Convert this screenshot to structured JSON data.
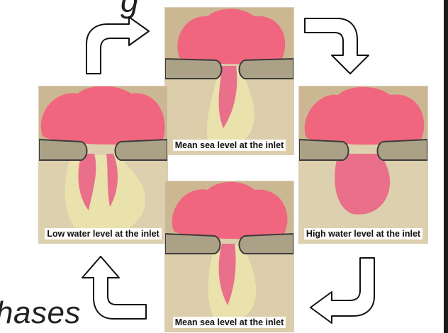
{
  "slide": {
    "heading_fragment": "g",
    "phases_label": "hases"
  },
  "photos": [
    {
      "id": "top",
      "caption": "Mean sea level at the inlet"
    },
    {
      "id": "left",
      "caption": "Low water level at the inlet"
    },
    {
      "id": "right",
      "caption": "High water level at the inlet"
    },
    {
      "id": "bottom",
      "caption": "Mean sea level at the inlet"
    }
  ],
  "colors": {
    "dye": "#f0667f",
    "sand": "#d8c9a6",
    "deposit": "#e8e3b0",
    "jetty": "#a99f84",
    "arrow_outline": "#111111"
  },
  "icons": [
    "curved-arrow-right-icon",
    "curved-arrow-down-icon",
    "curved-arrow-left-icon",
    "curved-arrow-up-icon"
  ]
}
